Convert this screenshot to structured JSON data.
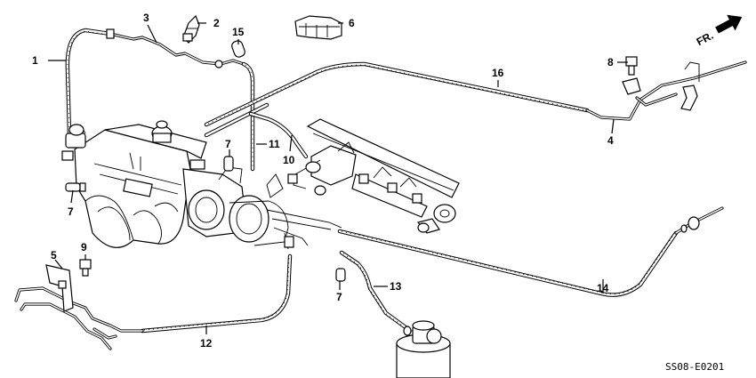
{
  "diagram": {
    "callouts": {
      "c1": "1",
      "c2": "2",
      "c3": "3",
      "c4": "4",
      "c5": "5",
      "c6": "6",
      "c7a": "7",
      "c7b": "7",
      "c7c": "7",
      "c8": "8",
      "c9": "9",
      "c10": "10",
      "c11": "11",
      "c12": "12",
      "c13": "13",
      "c14": "14",
      "c15": "15",
      "c16": "16"
    },
    "front_indicator": "FR.",
    "diagram_code": "SS08-E0201"
  }
}
